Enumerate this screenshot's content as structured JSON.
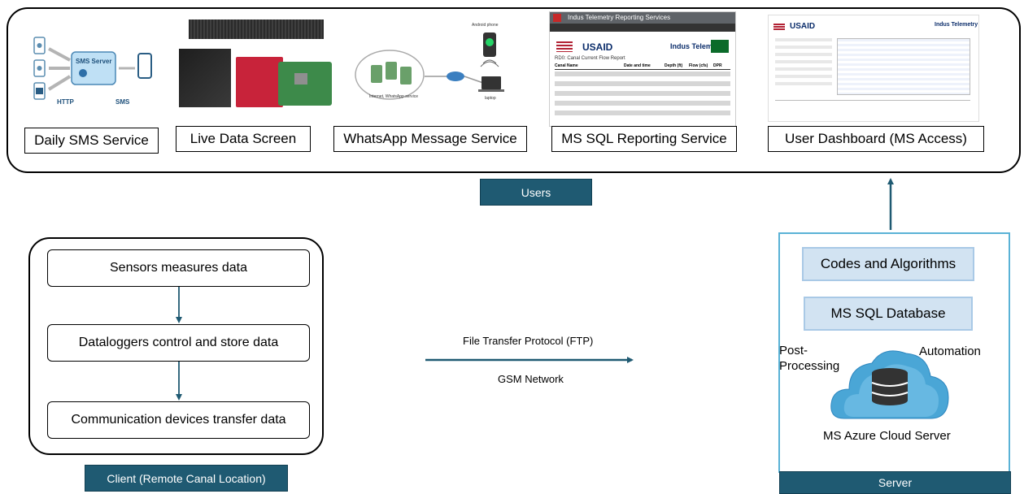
{
  "users": {
    "services": [
      {
        "label": "Daily SMS Service"
      },
      {
        "label": "Live Data Screen"
      },
      {
        "label": "WhatsApp Message Service"
      },
      {
        "label": "MS SQL Reporting Service"
      },
      {
        "label": "User Dashboard (MS Access)"
      }
    ],
    "tag": "Users",
    "sms_illustration": {
      "server_label": "SMS Server",
      "http_label": "HTTP",
      "sms_label": "SMS"
    },
    "whatsapp_illustration": {
      "internet_label": "Internet, WhatsApp service",
      "phone_label": "Android phone",
      "laptop_label": "laptop"
    },
    "report_thumbnail": {
      "header": "Indus Telemetry Reporting Services",
      "usaid": "USAID",
      "brand": "Indus Telemetry",
      "report_title": "RD0: Canal Current Flow Report",
      "columns": [
        "Canal Name",
        "Date and time",
        "Depth (ft)",
        "Flow (cfs)",
        "DPR"
      ]
    },
    "dashboard_thumbnail": {
      "usaid": "USAID",
      "brand": "Indus Telemetry"
    }
  },
  "client": {
    "steps": [
      {
        "label": "Sensors measures data"
      },
      {
        "label": "Dataloggers control and store data"
      },
      {
        "label": "Communication devices transfer data"
      }
    ],
    "tag": "Client (Remote Canal Location)"
  },
  "link": {
    "top_label": "File Transfer Protocol (FTP)",
    "bottom_label": "GSM Network"
  },
  "server": {
    "items": [
      {
        "label": "Codes and Algorithms"
      },
      {
        "label": "MS SQL Database"
      }
    ],
    "post_processing": "Post-\nProcessing",
    "automation": "Automation",
    "cloud_label": "MS Azure Cloud Server",
    "tag": "Server"
  },
  "colors": {
    "tag_fill": "#1f5a72",
    "arrow": "#1f5a72",
    "server_border": "#5ab2d6",
    "server_item_fill": "#d2e3f2",
    "cloud_fill": "#4aa6d6"
  }
}
